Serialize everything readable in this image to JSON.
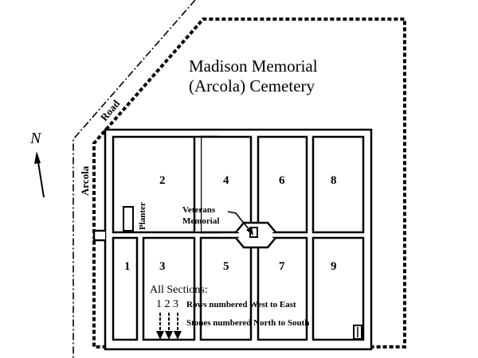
{
  "map": {
    "title_line1": "Madison Memorial",
    "title_line2": "(Arcola) Cemetery",
    "roads": {
      "road_label": "Road",
      "arcola_label": "Arcola"
    },
    "north_label": "N",
    "sections": [
      "2",
      "4",
      "6",
      "8",
      "1",
      "3",
      "5",
      "7",
      "9"
    ],
    "planter_label": "Planter",
    "memorial_line1": "Veterans",
    "memorial_line2": "Memorial",
    "legend": {
      "heading": "All Sections:",
      "row_numbers": "1 2 3",
      "rows_text": "Rows numbered West to East",
      "stones_text": "Stones numbered North to South"
    }
  }
}
